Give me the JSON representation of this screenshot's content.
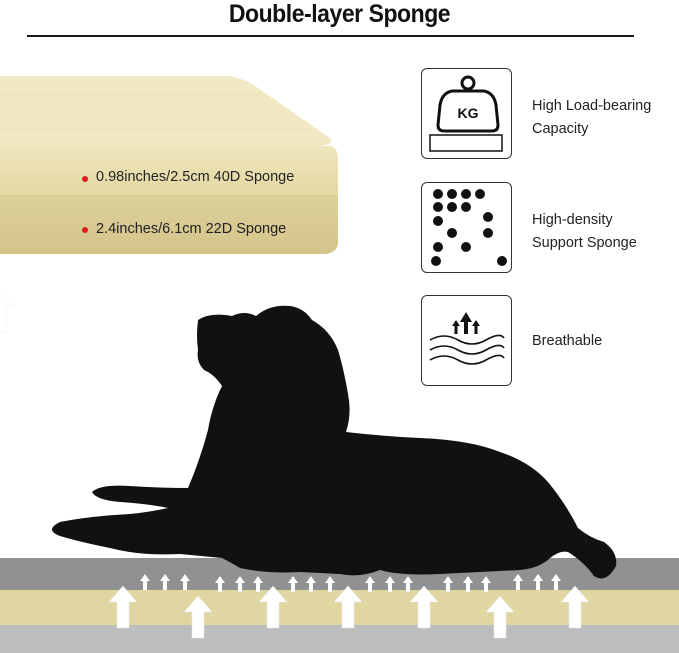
{
  "title": "Double-layer Sponge",
  "layers": [
    {
      "label": "0.98inches/2.5cm 40D Sponge"
    },
    {
      "label": "2.4inches/6.1cm 22D Sponge"
    }
  ],
  "features": [
    {
      "label_line1": "High Load-bearing",
      "label_line2": "Capacity",
      "icon": "weight-icon",
      "icon_text": "KG"
    },
    {
      "label_line1": "High-density",
      "label_line2": "Support Sponge",
      "icon": "density-dots-icon"
    },
    {
      "label_line1": "Breathable",
      "label_line2": "",
      "icon": "breathable-icon"
    }
  ],
  "colors": {
    "sponge_top": "#e8dfae",
    "sponge_bottom": "#d9cc92",
    "bullet": "#e11b1b",
    "floor_gray": "#8f9192",
    "dog": "#111111"
  }
}
